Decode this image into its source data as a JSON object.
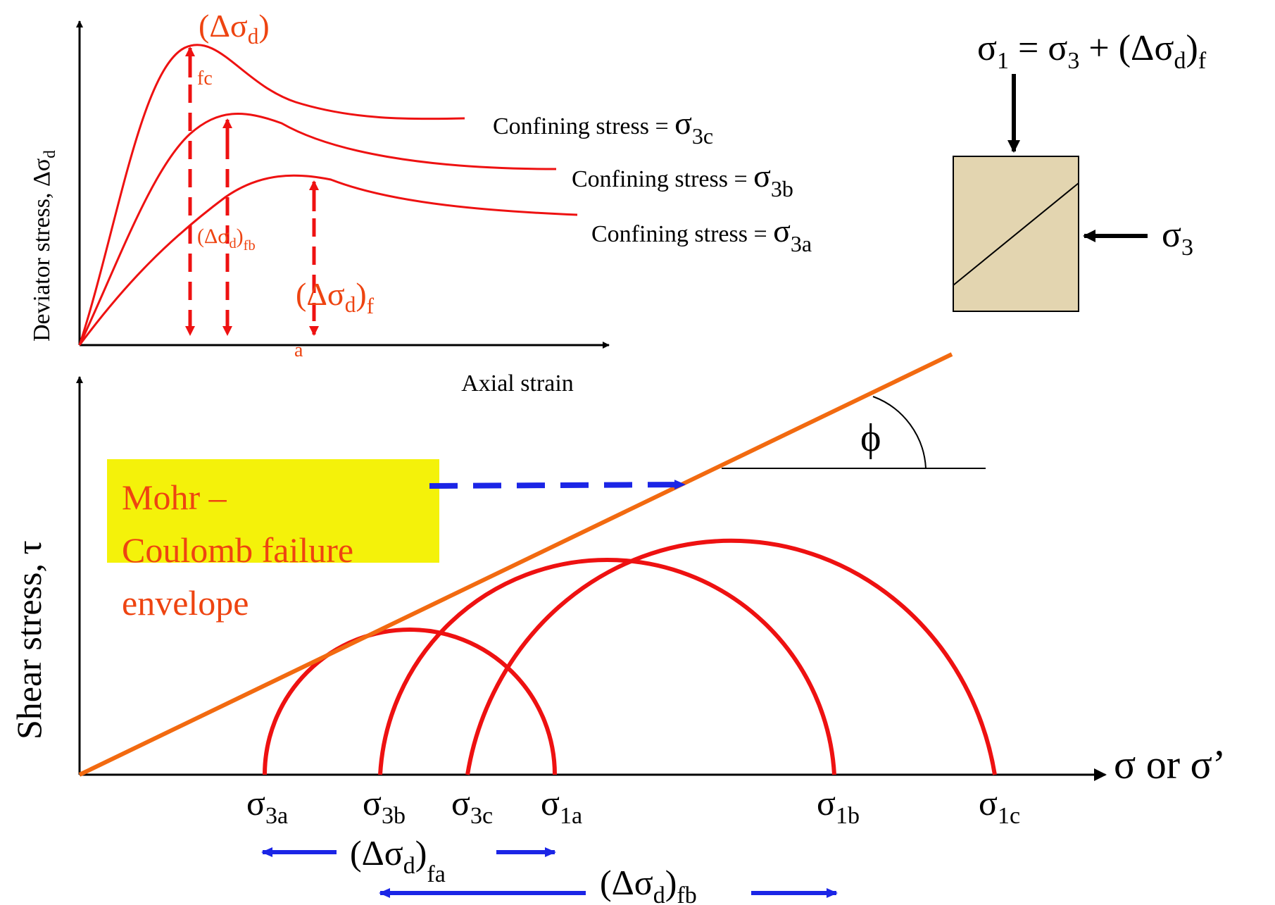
{
  "strain_plot": {
    "ylabel": "Deviator stress, Δσ",
    "ylabel_sub": "d",
    "xlabel": "Axial strain",
    "curves": [
      {
        "label_prefix": "Confining stress = ",
        "label_sym": "σ",
        "label_sub": "3c"
      },
      {
        "label_prefix": "Confining stress = ",
        "label_sym": "σ",
        "label_sub": "3b"
      },
      {
        "label_prefix": "Confining stress = ",
        "label_sym": "σ",
        "label_sub": "3a"
      }
    ],
    "peak_c_label": "(Δσ",
    "peak_c_label_sub": "d",
    "peak_c_label_close": ")",
    "peak_c_sub": "fc",
    "peak_b_label": "(Δσ",
    "peak_b_label_sub": "d",
    "peak_b_label_close": ")",
    "peak_b_label_sub2": "fb",
    "peak_a_label": "(Δσ",
    "peak_a_label_sub": "d",
    "peak_a_label_close": ")",
    "peak_a_label_sub2": "f",
    "peak_a_sub": "a"
  },
  "specimen": {
    "top_sym1": "σ",
    "top_sub1": "1",
    "top_eq": " = ",
    "top_sym3": "σ",
    "top_sub3": "3",
    "top_plus": " + (Δσ",
    "top_subd": "d",
    "top_close": ")",
    "top_subf": "f",
    "side_sym": "σ",
    "side_sub": "3",
    "fill_color": "#e3d5b0"
  },
  "mohr_plot": {
    "ylabel": "Shear stress, τ",
    "xlabel": "σ or σ’",
    "angle_label": "ϕ",
    "envelope_box_lines": [
      "Mohr –",
      "Coulomb failure",
      "envelope"
    ],
    "box_color": "#f4f20a",
    "envelope_color": "#f26a10",
    "circle_color": "#ee1111",
    "arrow_color": "#1b25e6",
    "axis_ticks": [
      {
        "sym": "σ",
        "sub": "3a"
      },
      {
        "sym": "σ",
        "sub": "3b"
      },
      {
        "sym": "σ",
        "sub": "3c"
      },
      {
        "sym": "σ",
        "sub": "1a"
      },
      {
        "sym": "σ",
        "sub": "1b"
      },
      {
        "sym": "σ",
        "sub": "1c"
      }
    ],
    "delta_fa": {
      "open": "(Δσ",
      "sub1": "d",
      "close": ")",
      "sub2": "fa"
    },
    "delta_fb": {
      "open": "(Δσ",
      "sub1": "d",
      "close": ")",
      "sub2": "fb"
    }
  }
}
